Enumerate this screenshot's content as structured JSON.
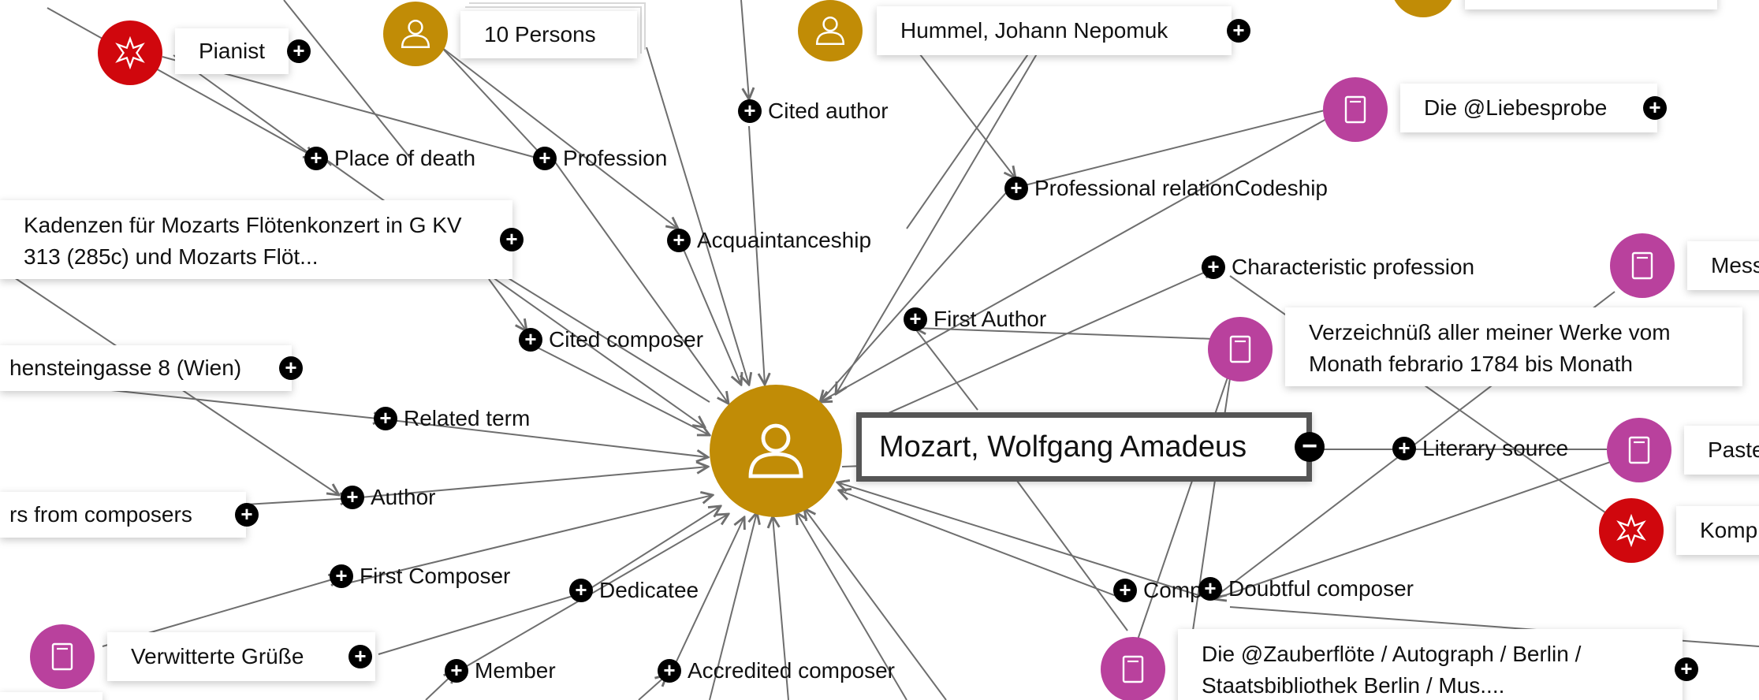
{
  "focus": {
    "label": "Mozart, Wolfgang Amadeus",
    "toggle": "−"
  },
  "entities": {
    "pianist": "Pianist",
    "ten_persons": "10 Persons",
    "hummel": "Hummel, Johann Nepomuk",
    "liebesprobe": "Die @Liebesprobe",
    "kadenzen": "Kadenzen für Mozarts Flötenkonzert in G KV 313 (285c) und Mozarts Flöt...",
    "address": "hensteingasse 8 (Wien)",
    "letters": "rs from composers",
    "verzeichnis": "Verzeichnüß aller meiner Werke vom Monath febrario 1784 bis Monath",
    "mess": "Mess",
    "paste": "Paste",
    "komp": "Komp",
    "verwitterte": "Verwitterte Grüße",
    "zauberfloete": "Die @Zauberflöte / Autograph / Berlin / Staatsbibliothek Berlin / Mus...."
  },
  "relations": {
    "place_of_death": "Place of death",
    "profession": "Profession",
    "cited_author": "Cited author",
    "professional_relation": "Professional relationCodeship",
    "acquaintanceship": "Acquaintanceship",
    "characteristic_profession": "Characteristic profession",
    "first_author": "First Author",
    "cited_composer": "Cited composer",
    "related_term": "Related term",
    "author": "Author",
    "literary_source": "Literary source",
    "first_composer": "First Composer",
    "dedicatee": "Dedicatee",
    "compo": "Compo",
    "doubtful_composer": "Doubtful composer",
    "member": "Member",
    "accredited_composer": "Accredited composer"
  },
  "expand_symbol": "+",
  "colors": {
    "person": "#c18c06",
    "book": "#b9419d",
    "subject": "#d0070d",
    "edge": "#6e6e6e"
  },
  "icons": {
    "person": "person-icon",
    "book": "book-icon",
    "subject": "subject-icon"
  }
}
